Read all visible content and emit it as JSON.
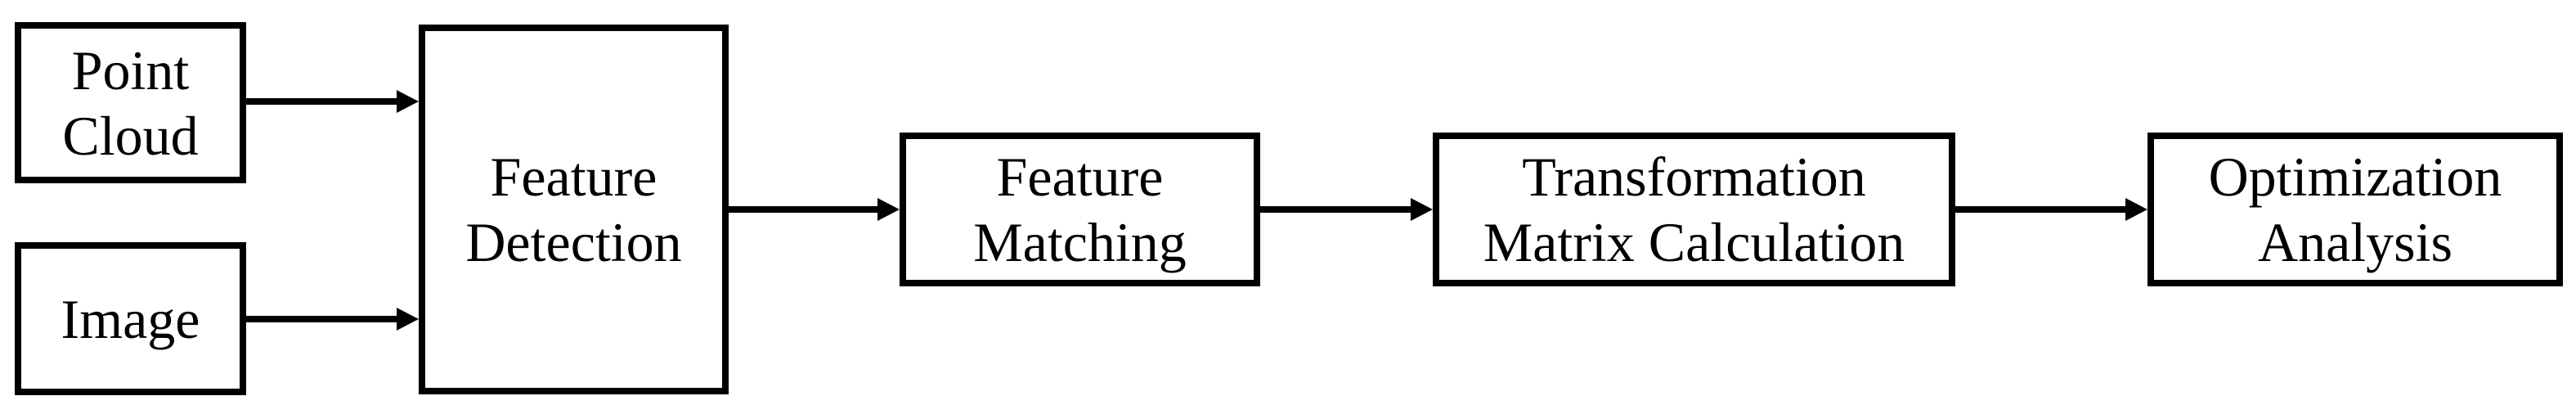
{
  "diagram": {
    "type": "flowchart",
    "background_color": "#ffffff",
    "stroke_color": "#000000",
    "nodes": {
      "point_cloud": {
        "label": "Point Cloud",
        "lines": [
          "Point",
          "Cloud"
        ]
      },
      "image": {
        "label": "Image",
        "lines": [
          "Image"
        ]
      },
      "feature_detection": {
        "label": "Feature Detection",
        "lines": [
          "Feature",
          "Detection"
        ]
      },
      "feature_matching": {
        "label": "Feature Matching",
        "lines": [
          "Feature",
          "Matching"
        ]
      },
      "transformation_matrix": {
        "label": "Transformation Matrix Calculation",
        "lines": [
          "Transformation",
          "Matrix Calculation"
        ]
      },
      "optimization": {
        "label": "Optimization Analysis",
        "lines": [
          "Optimization",
          "Analysis"
        ]
      }
    },
    "edges": [
      {
        "from": "Point Cloud",
        "to": "Feature Detection"
      },
      {
        "from": "Image",
        "to": "Feature Detection"
      },
      {
        "from": "Feature Detection",
        "to": "Feature Matching"
      },
      {
        "from": "Feature Matching",
        "to": "Transformation Matrix Calculation"
      },
      {
        "from": "Transformation Matrix Calculation",
        "to": "Optimization Analysis"
      }
    ]
  }
}
